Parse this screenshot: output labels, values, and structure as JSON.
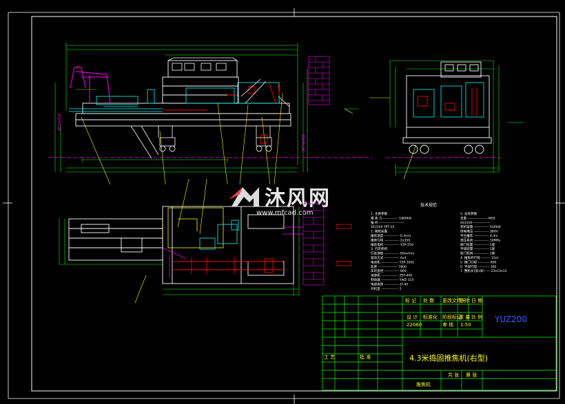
{
  "drawing": {
    "code": "YUZ200",
    "title": "4.3米捣固推焦机(右型)",
    "notes_heading": "技术规范",
    "notes_left": [
      "1. 主要参数",
      "推 焦 力 ------------- 1800kN",
      "推 杆 ----------------------",
      "SS3100 YPT-25",
      "2. 推焦装置",
      "推焦速度 ------------- 0.3m/s",
      "推焦行程 ------------- 2x350",
      "推焦电机 ------------- YZP-250",
      "3. 行走机构",
      "行走速度 ------------- 60m/min",
      "驱动方式 ------------- 4x4",
      "电动机 --------------- YZP-160L",
      "轨距 ----------------- 7800",
      "车轮直径 ------------- 800",
      "减速机 --------------- ZSY-400",
      "制动器 --------------- YWZ-315",
      "电缆卷筒 ------------- JT-40",
      "司机室 --------------- 2"
    ],
    "notes_right": [
      "2. 总体参数",
      "总重 ----------------- 465t",
      "SS3100 ---------------",
      "装机容量 ------------- 630kW",
      "供电电压 ------------- 380V",
      "平台推焦 ------------- 4.3m",
      "液压系统 ------------- 16MPa",
      "摘门装置 ------------- 1套",
      "平煤装置 ------------- 1套",
      "取门机构 ------------- 1套",
      "4. 推焦杆行程 -------- 15m",
      "5. 摘门行程 ---------- 600",
      "6. 平煤行程 ---------- 300",
      "7. 整机长(宽x高) ---- 23x10x12"
    ],
    "title_block": {
      "row1": [
        "标 记",
        "处 数",
        "更改文件号",
        "签 字",
        "日 期"
      ],
      "row2": [
        "设 计",
        "标准化",
        "阶段标记",
        "重 量",
        "比 例"
      ],
      "row3": [
        "22060",
        "审 核",
        "1:50"
      ],
      "row4": [
        "工 艺",
        "批 准"
      ],
      "row5": [
        "共 张",
        "第 张"
      ],
      "bottom": "推焦机"
    },
    "side_labels": [
      "炉台中心线",
      "导轨中心线"
    ]
  },
  "watermark": {
    "brand": "沐风网",
    "url": "www.mfcad.com"
  },
  "colors": {
    "background": "#000000",
    "frame": "#ffffff",
    "machine_cyan": "#00ffff",
    "machine_white": "#ffffff",
    "dimension_green": "#00ff00",
    "leader_yellow": "#ffff00",
    "brick_magenta": "#ff00ff",
    "highlight_red": "#ff0000",
    "title_block": "#00ff00",
    "code_blue": "#3a5cff"
  }
}
